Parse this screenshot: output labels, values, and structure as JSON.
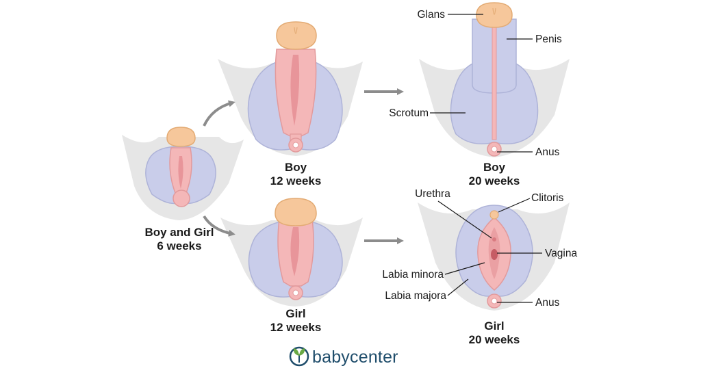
{
  "colors": {
    "background_shape": "#e6e6e6",
    "outer_lobes": "#c9cdea",
    "outer_lobes_stroke": "#aeb3d8",
    "inner_fold": "#f4b7b8",
    "inner_fold_stroke": "#e29a9c",
    "glans": "#f6c79b",
    "glans_stroke": "#e3ab74",
    "arrow": "#8c8c8c",
    "logo": "#1f4d6b",
    "logo_leaf": "#69a944"
  },
  "stages": {
    "both_6": {
      "line1": "Boy and Girl",
      "line2": "6 weeks"
    },
    "boy_12": {
      "line1": "Boy",
      "line2": "12 weeks"
    },
    "girl_12": {
      "line1": "Girl",
      "line2": "12 weeks"
    },
    "boy_20": {
      "line1": "Boy",
      "line2": "20 weeks"
    },
    "girl_20": {
      "line1": "Girl",
      "line2": "20 weeks"
    }
  },
  "boy_parts": {
    "glans": "Glans",
    "penis": "Penis",
    "scrotum": "Scrotum",
    "anus": "Anus"
  },
  "girl_parts": {
    "urethra": "Urethra",
    "clitoris": "Clitoris",
    "vagina": "Vagina",
    "labia_minora": "Labia minora",
    "labia_majora": "Labia majora",
    "anus": "Anus"
  },
  "brand": {
    "name": "babycenter",
    "icon": "sprout-logo-icon"
  }
}
